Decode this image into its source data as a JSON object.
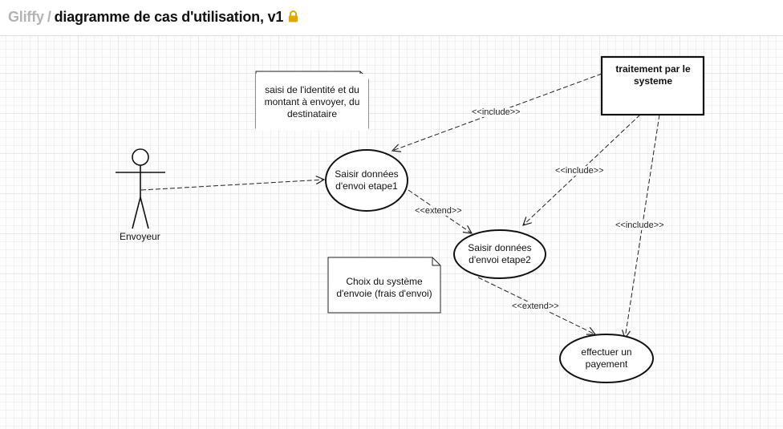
{
  "header": {
    "app_name": "Gliffy",
    "separator": "/",
    "document_title": "diagramme de cas d'utilisation, v1",
    "lock_icon": "lock-icon",
    "lock_color": "#e0a800"
  },
  "diagram": {
    "actor": {
      "label": "Envoyeur"
    },
    "notes": {
      "note1": "saisi de l'identité et du montant à envoyer, du destinataire",
      "note2": "Choix du système d'envoie (frais d'envoi)"
    },
    "system_box": {
      "label": "traitement par le systeme"
    },
    "use_cases": {
      "uc1": "Saisir données d'envoi etape1",
      "uc2": "Saisir données d'envoi etape2",
      "uc3": "effectuer un payement"
    },
    "relations": {
      "include_1": "<<include>>",
      "include_2": "<<include>>",
      "include_3": "<<include>>",
      "extend_1": "<<extend>>",
      "extend_2": "<<extend>>"
    }
  }
}
